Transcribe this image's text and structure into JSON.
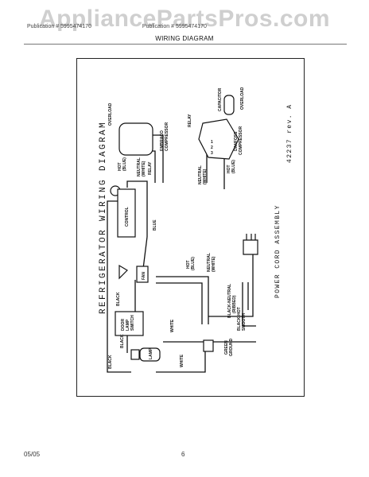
{
  "watermark": "AppliancePartsPros.com",
  "header": {
    "left": "Publication # 5995474170",
    "right": "Publication # 5995474170"
  },
  "section_title": "WIRING DIAGRAM",
  "diagram": {
    "title": "REFRIGERATOR WIRING DIAGRAM",
    "part_number": "42237 rev. A",
    "labels": {
      "overload_left": "OVERLOAD",
      "embraco": "EMBRACO",
      "compressor": "COMPRESSOR",
      "relay_left": "RELAY",
      "neutral_white_l": "NEUTRAL",
      "white_l": "(WHITE)",
      "hot_l": "HOT",
      "blue_l": "(BLUE)",
      "relay_right": "RELAY",
      "capacitor": "CAPACITOR",
      "overload_right": "OVERLOAD",
      "danfoss": "DANFOSS",
      "compressor_r": "COMPRESSOR",
      "neutral_r": "NEUTRAL",
      "white_r": "(WHITE)",
      "hot_r": "HOT",
      "blue_r": "(BLUE)",
      "control": "CONTROL",
      "blue_wire": "BLUE",
      "fan": "FAN",
      "hot_fan": "HOT",
      "blue_fan": "(BLUE)",
      "neutral_fan": "NEUTRAL",
      "white_fan": "(WHITE)",
      "black_1": "BLACK",
      "door": "DOOR",
      "lamp": "LAMP",
      "switch": "SWITCH",
      "black_2": "BLACK",
      "lamp_bulb": "LAMP",
      "white_1": "WHITE",
      "white_2": "WHITE",
      "black_3": "BLACK",
      "black_neutral": "BLACK-NEUTRAL",
      "ribbed": "(RIBBED)",
      "black_hot": "BLACK-HOT",
      "smooth": "SMOOTH",
      "green": "GREEN",
      "ground": "GROUND",
      "power_cord": "POWER CORD ASSEMBLY",
      "term_1": "1",
      "term_2": "2",
      "term_3": "3"
    }
  },
  "footer": {
    "date": "05/05",
    "page": "6"
  }
}
